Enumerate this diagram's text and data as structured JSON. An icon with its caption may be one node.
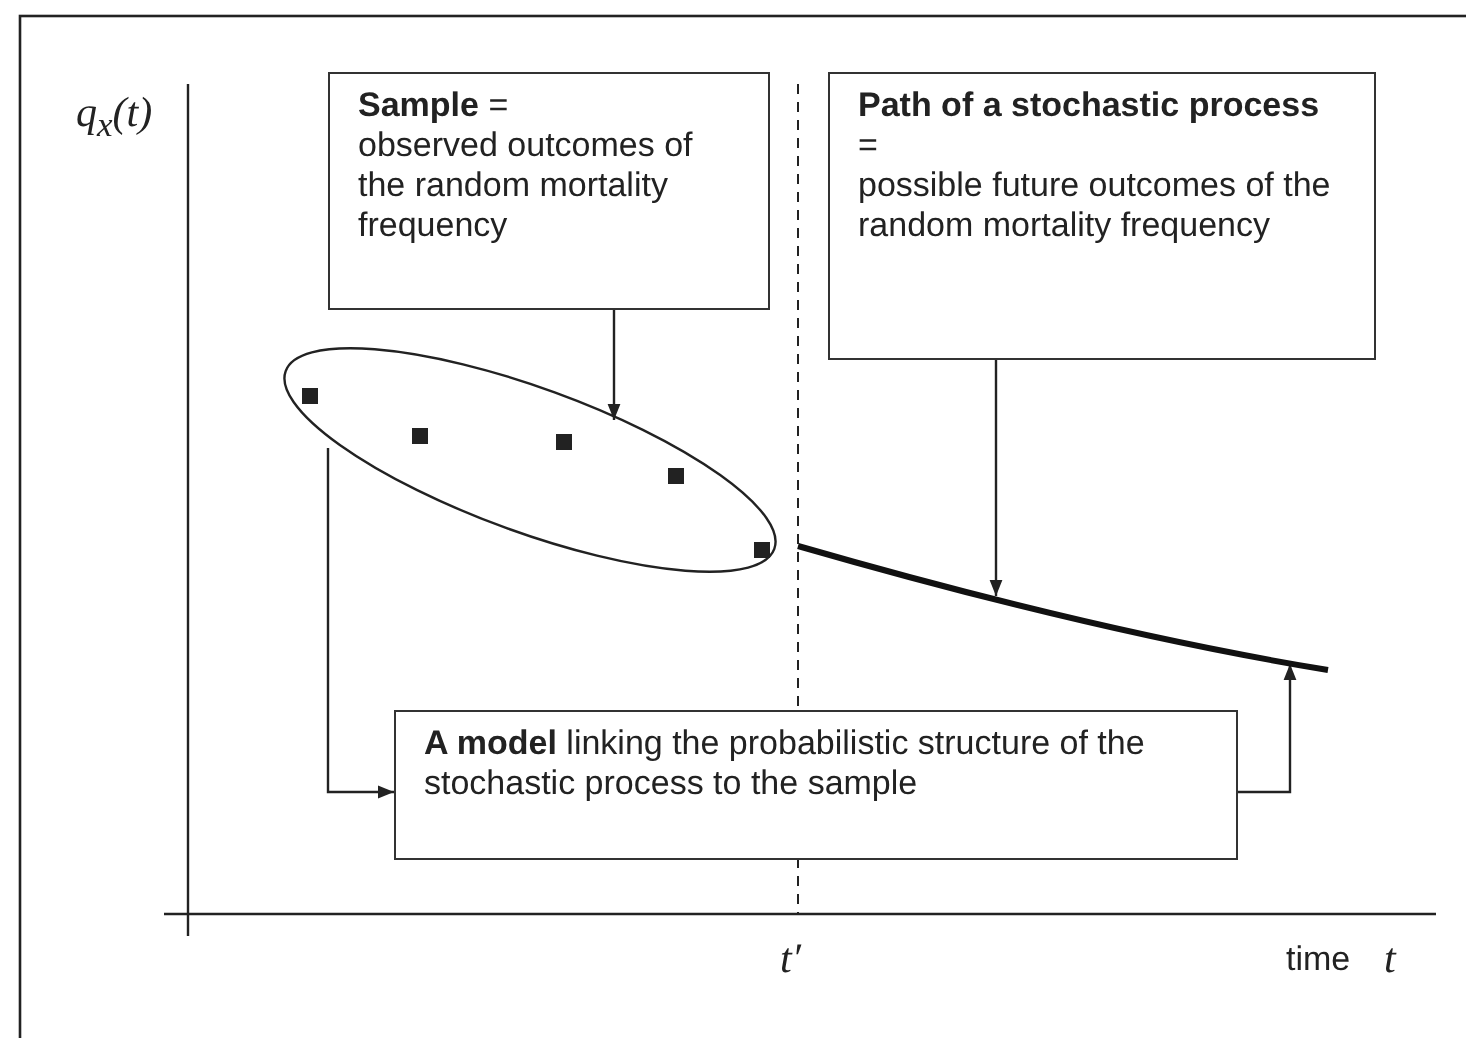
{
  "diagram": {
    "nodes": [
      {
        "text": [
          "**Sample** =",
          "observed outcomes of the random mortality frequency"
        ]
      },
      {
        "text": [
          "**Path of a stochastic process** =",
          "possible future outcomes of the random mortality frequency"
        ]
      },
      {
        "text": [],
        "shape": "ellipse"
      },
      {
        "text": [],
        "shape": "curve"
      },
      {
        "text": [
          "**A model** linking the probabilistic structure of the stochastic process to the sample"
        ]
      }
    ],
    "edges": [
      {
        "from": 0,
        "to": 2,
        "arrow": "to"
      },
      {
        "from": 1,
        "to": 3,
        "arrow": "to"
      },
      {
        "from": 2,
        "to": 4,
        "arrow": "to"
      },
      {
        "from": 4,
        "to": 3,
        "arrow": "to"
      }
    ],
    "labels": [
      "q$_{x}$(t)",
      "t′",
      "time",
      "t"
    ]
  }
}
